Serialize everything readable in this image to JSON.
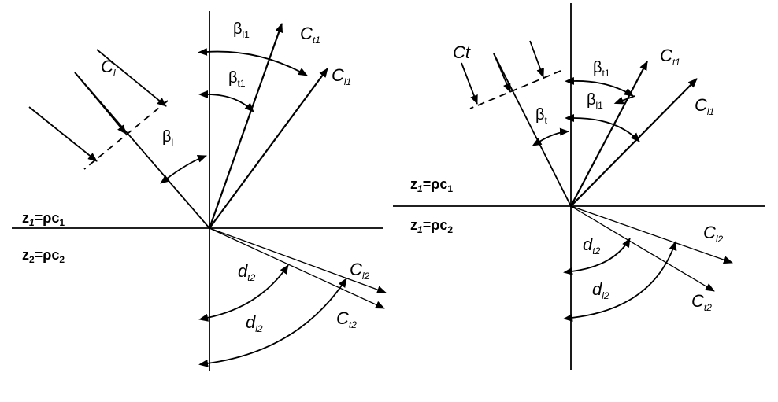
{
  "left_diagram": {
    "incident_long": {
      "base": "C",
      "sub": "l"
    },
    "refl_trans": {
      "base": "C",
      "sub": "t1"
    },
    "refl_long": {
      "base": "C",
      "sub": "l1"
    },
    "refr_long": {
      "base": "C",
      "sub": "l2"
    },
    "refr_trans": {
      "base": "C",
      "sub": "t2"
    },
    "angle_beta_l1": {
      "base": "β",
      "sub": "l1"
    },
    "angle_beta_t1": {
      "base": "β",
      "sub": "t1"
    },
    "angle_beta_l": {
      "base": "β",
      "sub": "l"
    },
    "angle_d_t2": {
      "base": "d",
      "sub": "t2"
    },
    "angle_d_l2": {
      "base": "d",
      "sub": "l2"
    },
    "impedance_1": {
      "z": "z",
      "zsub": "1",
      "eq": "=ρc",
      "csub": "1"
    },
    "impedance_2": {
      "z": "z",
      "zsub": "2",
      "eq": "=ρc",
      "csub": "2"
    }
  },
  "right_diagram": {
    "incident_trans": {
      "base": "Ct"
    },
    "refl_trans": {
      "base": "C",
      "sub": "t1"
    },
    "refl_long": {
      "base": "C",
      "sub": "l1"
    },
    "refr_long": {
      "base": "C",
      "sub": "l2"
    },
    "refr_trans": {
      "base": "C",
      "sub": "t2"
    },
    "angle_beta_t1": {
      "base": "β",
      "sub": "t1"
    },
    "angle_beta_l1": {
      "base": "β",
      "sub": "l1"
    },
    "angle_beta_t": {
      "base": "β",
      "sub": "t"
    },
    "angle_d_t2": {
      "base": "d",
      "sub": "t2"
    },
    "angle_d_l2": {
      "base": "d",
      "sub": "l2"
    },
    "impedance_1": {
      "z": "z",
      "zsub": "1",
      "eq": "=ρc",
      "csub": "1"
    },
    "impedance_2": {
      "z": "z",
      "zsub": "1",
      "eq": "=ρc",
      "csub": "2"
    }
  }
}
